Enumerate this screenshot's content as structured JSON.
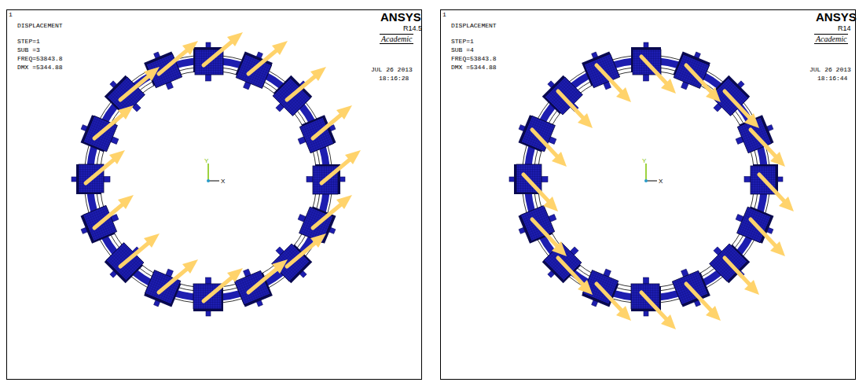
{
  "diagram": {
    "labels": [
      "1",
      "DISPLACEMENT",
      "STEP=1",
      "SUB =3",
      "FREQ=53843.8",
      "DMX =5344.88",
      "ANSYS",
      "R14.5",
      "Academic",
      "JUL 26 2013",
      "18:16:28",
      "Y",
      "X",
      "1",
      "DISPLACEMENT",
      "STEP=1",
      "SUB =4",
      "FREQ=53843.8",
      "DMX =5344.88",
      "ANSYS",
      "R14",
      "Academic",
      "JUL 26 2013",
      "18:16:44",
      "Y",
      "X"
    ]
  }
}
